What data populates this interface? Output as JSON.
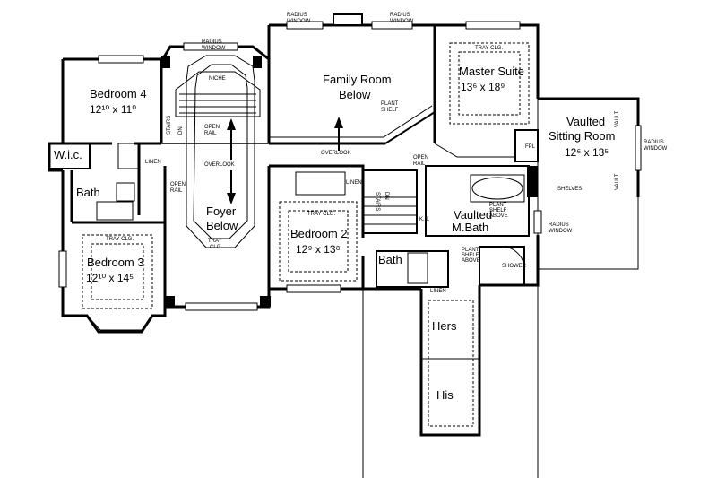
{
  "rooms": {
    "bedroom4": {
      "name": "Bedroom 4",
      "dims": "12¹⁰ x 11⁰"
    },
    "bedroom3": {
      "name": "Bedroom 3",
      "dims": "12¹⁰ x 14⁵"
    },
    "bedroom2": {
      "name": "Bedroom 2",
      "dims": "12⁹ x 13⁸"
    },
    "family": {
      "name": "Family Room",
      "sub": "Below"
    },
    "foyer": {
      "name": "Foyer",
      "sub": "Below"
    },
    "master": {
      "name": "Master Suite",
      "dims": "13⁶ x 18⁹"
    },
    "sitting": {
      "name1": "Vaulted",
      "name2": "Sitting Room",
      "dims": "12⁶ x 13⁵"
    },
    "mbath": {
      "name1": "Vaulted",
      "name2": "M.Bath"
    },
    "bath_left": {
      "name": "Bath"
    },
    "bath_mid": {
      "name": "Bath"
    },
    "wic": {
      "name": "W.i.c."
    },
    "hers": {
      "name": "Hers"
    },
    "his": {
      "name": "His"
    }
  },
  "labels": {
    "radius_window": "RADIUS WINDOW",
    "radius": "RADIUS",
    "window": "WINDOW",
    "tray_clg": "TRAY CLG.",
    "tray": "TRAY",
    "clg": "CLG.",
    "niche": "NICHE",
    "stairs": "STAIRS",
    "dn": "DN",
    "open": "OPEN",
    "rail": "RAIL",
    "overlook": "OVERLOOK",
    "linen": "LINEN",
    "plant": "PLANT",
    "shelf": "SHELF",
    "plant_shelf_above": [
      "PLANT",
      "SHELF",
      "ABOVE"
    ],
    "fpl": "FPL",
    "shelves": "SHELVES",
    "vault": "VAULT",
    "ks": "K.S.",
    "shower": "SHOWER"
  }
}
